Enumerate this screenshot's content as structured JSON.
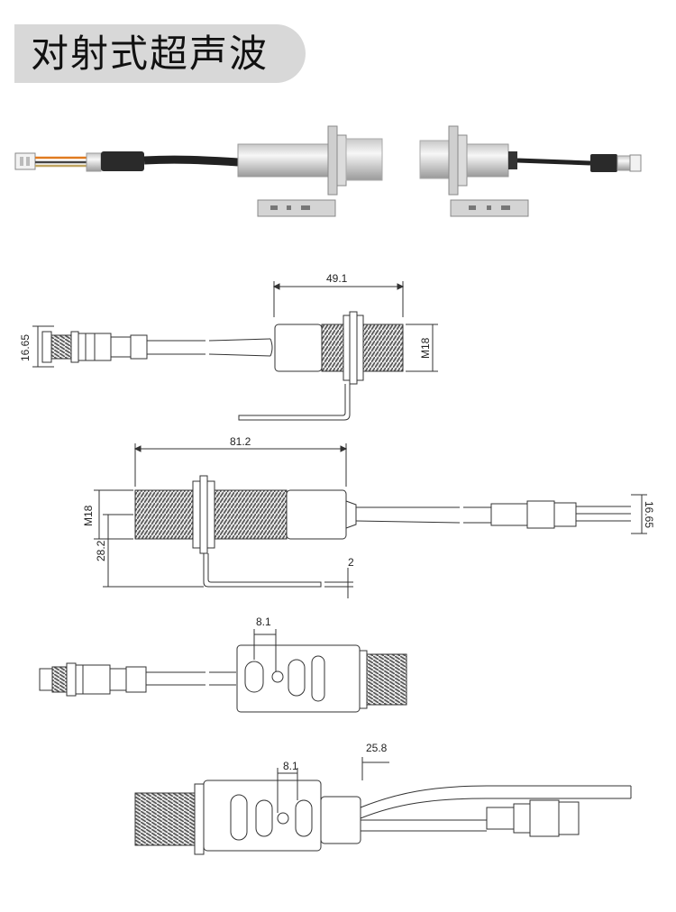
{
  "title": "对射式超声波",
  "colors": {
    "title_bg": "#d8d8d8",
    "line": "#333333",
    "thread": "#555555"
  },
  "views": [
    {
      "id": "side-view-1",
      "dims": [
        "49.1",
        "16.65",
        "M18"
      ]
    },
    {
      "id": "side-view-2",
      "dims": [
        "81.2",
        "M18",
        "28.2",
        "2",
        "16.65"
      ]
    },
    {
      "id": "top-view-1",
      "dims": [
        "8.1"
      ]
    },
    {
      "id": "top-view-2",
      "dims": [
        "8.1",
        "25.8"
      ]
    }
  ]
}
